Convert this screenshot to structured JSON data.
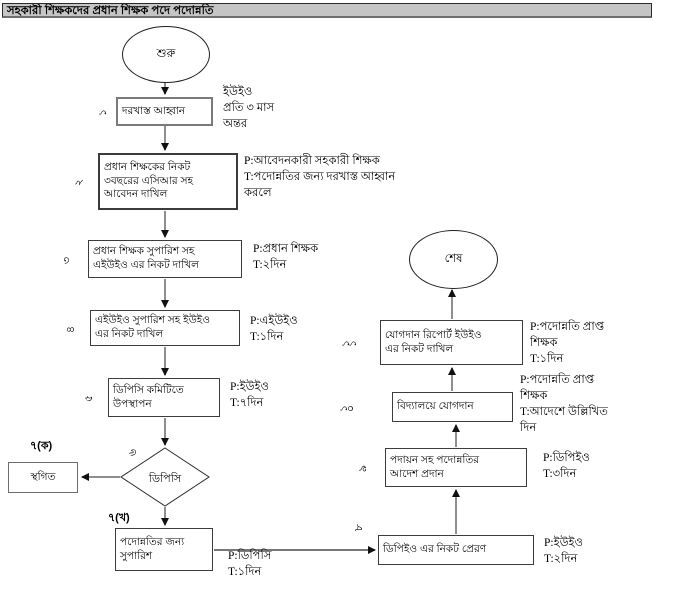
{
  "title": "সহকারী শিক্ষকদের প্রধান শিক্ষক পদে পদোন্নতি",
  "terminals": {
    "start": "শুরু",
    "end": "শেষ"
  },
  "steps": {
    "s1": {
      "num": "১",
      "label": "দরখাস্ত আহ্বান"
    },
    "s2": {
      "num": "২",
      "label": "প্রধান শিক্ষকের নিকট\n৩বছরের এসিআর সহ\nআবেদন দাখিল"
    },
    "s3": {
      "num": "৩",
      "label": "প্রধান শিক্ষক সুপারিশ সহ\nএইউইও এর নিকট দাখিল"
    },
    "s4": {
      "num": "৪",
      "label": "এইউইও সুপারিশ সহ ইউইও\nএর নিকট দাখিল"
    },
    "s5": {
      "num": "৫",
      "label": "ডিপিসি কমিটিতে\nউপস্থাপন"
    },
    "s6": {
      "num": "৬",
      "label": "ডিপিসি"
    },
    "s7a": {
      "num": "৭(ক)",
      "label": "স্থগিত"
    },
    "s7b": {
      "num": "৭(খ)",
      "label": "পদোন্নতির জন্য\nসুপারিশ"
    },
    "s8": {
      "num": "৮",
      "label": "ডিপিইও এর নিকট প্রেরণ"
    },
    "s9": {
      "num": "৯",
      "label": "পদায়ন সহ পদোন্নতির\nআদেশ প্রদান"
    },
    "s10": {
      "num": "১০",
      "label": "বিদ্যালয়ে যোগদান"
    },
    "s11": {
      "num": "১১",
      "label": "যোগদান রিপোর্ট ইউইও\nএর নিকট দাখিল"
    }
  },
  "notes": {
    "n1": "ইউইও\nপ্রতি ৩ মাস\nঅন্তর",
    "n2": "P:আবেদনকারী সহকারী শিক্ষক\nT:পদোন্নতির জন্য দরখাস্ত আহ্বান\nকরলে",
    "n3": "P:প্রধান শিক্ষক\nT:২দিন",
    "n4": "P:এইউইও\nT:১দিন",
    "n5": "P:ইউইও\nT:৭দিন",
    "n7b": "P:ডিপিসি\nT:১দিন",
    "n8": "P:ইউইও\nT:২দিন",
    "n9": "P:ডিপিইও\nT:৩দিন",
    "n10": "P:পদোন্নতি প্রাপ্ত\nশিক্ষক\nT:আদেশে উল্লিখিত\nদিন",
    "n11": "P:পদোন্নতি প্রাপ্ত\nশিক্ষক\nT:১দিন"
  },
  "colors": {
    "title_bg": "#c5c5c5",
    "connector": "#8f8f8f",
    "arrowhead": "#111111",
    "box_border": "#3c3c3c"
  }
}
